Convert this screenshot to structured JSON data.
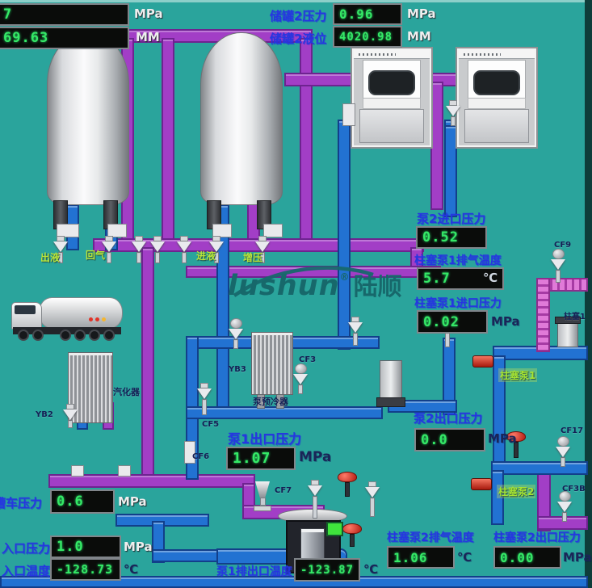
{
  "station": {
    "watermark": {
      "latin": "lushun",
      "reg": "®",
      "cjk": "陆顺"
    },
    "readouts": {
      "tank1_pressure": {
        "value": "7",
        "unit": "MPa"
      },
      "tank1_level": {
        "value": "69.63",
        "unit": "MM"
      },
      "tank2_pressure": {
        "label": "储罐2压力",
        "value": "0.96",
        "unit": "MPa"
      },
      "tank2_level": {
        "label": "储罐2液位",
        "value": "4020.98",
        "unit": "MM"
      },
      "pump2_inlet_pressure": {
        "label": "泵2进口压力",
        "value": "0.52"
      },
      "plunger1_exhaust_temp": {
        "label": "柱塞泵1排气温度",
        "value": "5.7",
        "unit": "℃"
      },
      "plunger1_inlet_pressure": {
        "label": "柱塞泵1进口压力",
        "value": "0.02",
        "unit": "MPa"
      },
      "pump2_outlet_pressure": {
        "label": "泵2出口压力",
        "value": "0.0",
        "unit": "MPa"
      },
      "pump1_outlet_pressure": {
        "label": "泵1出口压力",
        "value": "1.07",
        "unit": "MPa"
      },
      "tanker_pressure": {
        "label": "槽车压力",
        "value": "0.6",
        "unit": "MPa"
      },
      "inlet_pressure": {
        "label": "入口压力",
        "value": "1.0",
        "unit": "MPa"
      },
      "inlet_temp": {
        "label": "入口温度",
        "value": "-128.73",
        "unit": "℃"
      },
      "pump1_discharge_temp": {
        "label": "泵1排出口温度",
        "value": "-123.87",
        "unit": "℃"
      },
      "plunger2_exhaust_temp": {
        "label": "柱塞泵2排气温度",
        "value": "1.06",
        "unit": "℃"
      },
      "plunger2_outlet_pressure": {
        "label": "柱塞泵2出口压力",
        "value": "0.00",
        "unit": "MPa"
      }
    },
    "pipe_labels": {
      "outlet": "出液",
      "return_gas": "回气",
      "inlet": "进液",
      "pressurize": "增压",
      "vaporizer": "汽化器",
      "precooler": "泵预冷器",
      "plunger_pump1": "柱塞泵1",
      "plunger_pump2": "柱塞泵2",
      "plunger1_device": "柱塞1"
    },
    "valve_tags": {
      "yb2": "YB2",
      "yb3": "YB3",
      "cf3": "CF3",
      "cf5": "CF5",
      "cf6": "CF6",
      "cf7": "CF7",
      "cf9": "CF9",
      "cf17": "CF17",
      "cf3b": "CF3B"
    }
  }
}
